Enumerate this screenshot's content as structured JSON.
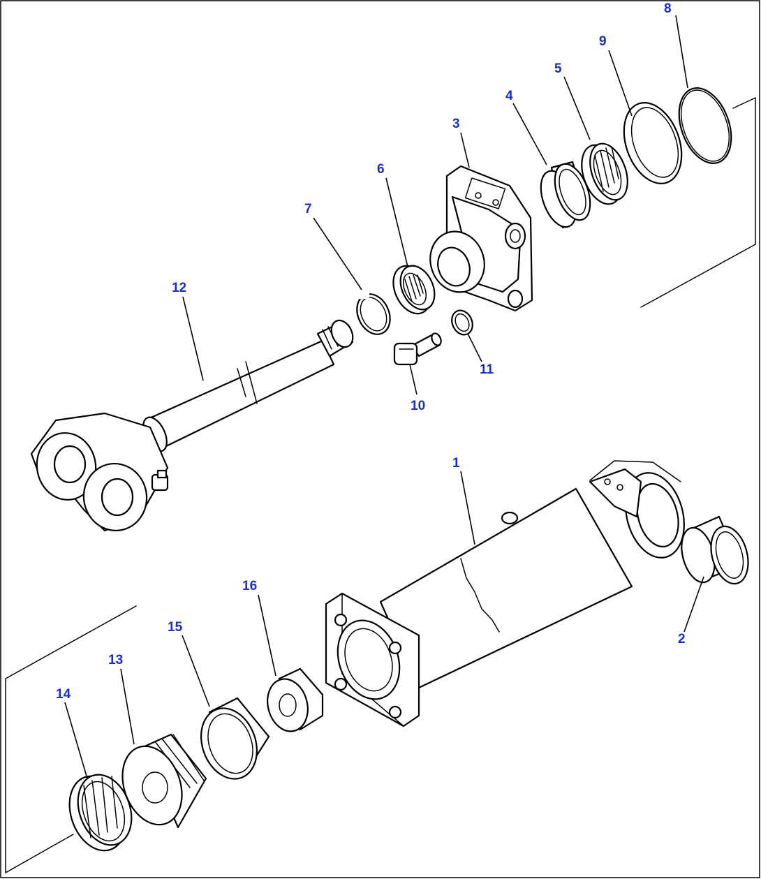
{
  "diagram": {
    "type": "exploded-parts-view",
    "label_color": "#1a2ecc",
    "line_color": "#000000",
    "callouts": [
      {
        "id": "c1",
        "text": "1"
      },
      {
        "id": "c2",
        "text": "2"
      },
      {
        "id": "c3",
        "text": "3"
      },
      {
        "id": "c4",
        "text": "4"
      },
      {
        "id": "c5",
        "text": "5"
      },
      {
        "id": "c6",
        "text": "6"
      },
      {
        "id": "c7",
        "text": "7"
      },
      {
        "id": "c8",
        "text": "8"
      },
      {
        "id": "c9",
        "text": "9"
      },
      {
        "id": "c10",
        "text": "10"
      },
      {
        "id": "c11",
        "text": "11"
      },
      {
        "id": "c12",
        "text": "12"
      },
      {
        "id": "c13",
        "text": "13"
      },
      {
        "id": "c14",
        "text": "14"
      },
      {
        "id": "c15",
        "text": "15"
      },
      {
        "id": "c16",
        "text": "16"
      }
    ]
  }
}
